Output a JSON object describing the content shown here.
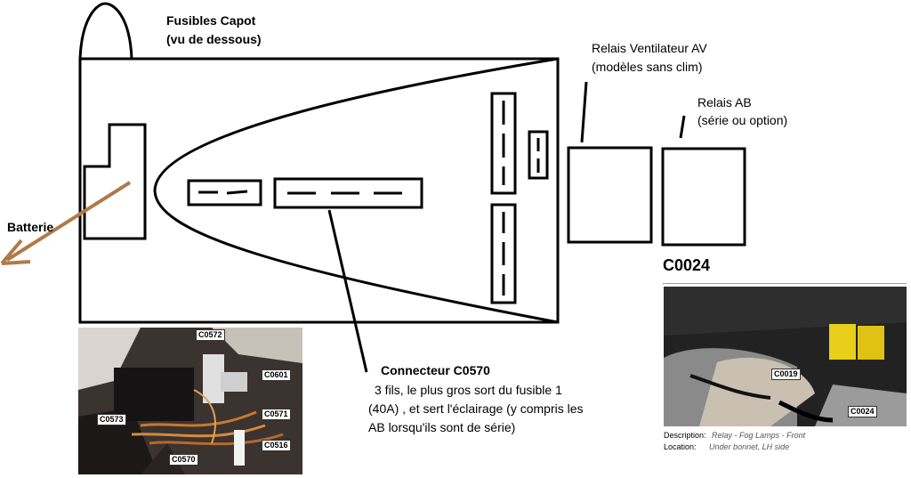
{
  "labels": {
    "fuse_title": "Fusibles Capot",
    "fuse_subtitle": "(vu de dessous)",
    "fan_relay_title": "Relais Ventilateur AV",
    "fan_relay_subtitle": "(modèles sans clim)",
    "fog_relay_title": "Relais AB",
    "fog_relay_subtitle": "(série ou option)",
    "battery": "Batterie",
    "connector_title": "Connecteur C0570",
    "connector_desc_1": " 3 fils, le plus gros sort du fusible 1",
    "connector_desc_2": "(40A) , et sert l'éclairage (y compris les",
    "connector_desc_3": "AB lorsqu'ils sont de série)",
    "c0024_heading": "C0024"
  },
  "photo_left": {
    "tags": [
      "C0572",
      "C0601",
      "C0573",
      "C0571",
      "C0570",
      "C0516"
    ]
  },
  "photo_right": {
    "tags": [
      "C0019",
      "C0024"
    ],
    "description_label": "Description:",
    "description_value": "Relay - Fog Lamps - Front",
    "location_label": "Location:",
    "location_value": "Under bonnet, LH side"
  },
  "colors": {
    "ink": "#000000",
    "battery_arrow": "#b07a4a",
    "relay_yellow": "#e8cf1a"
  }
}
